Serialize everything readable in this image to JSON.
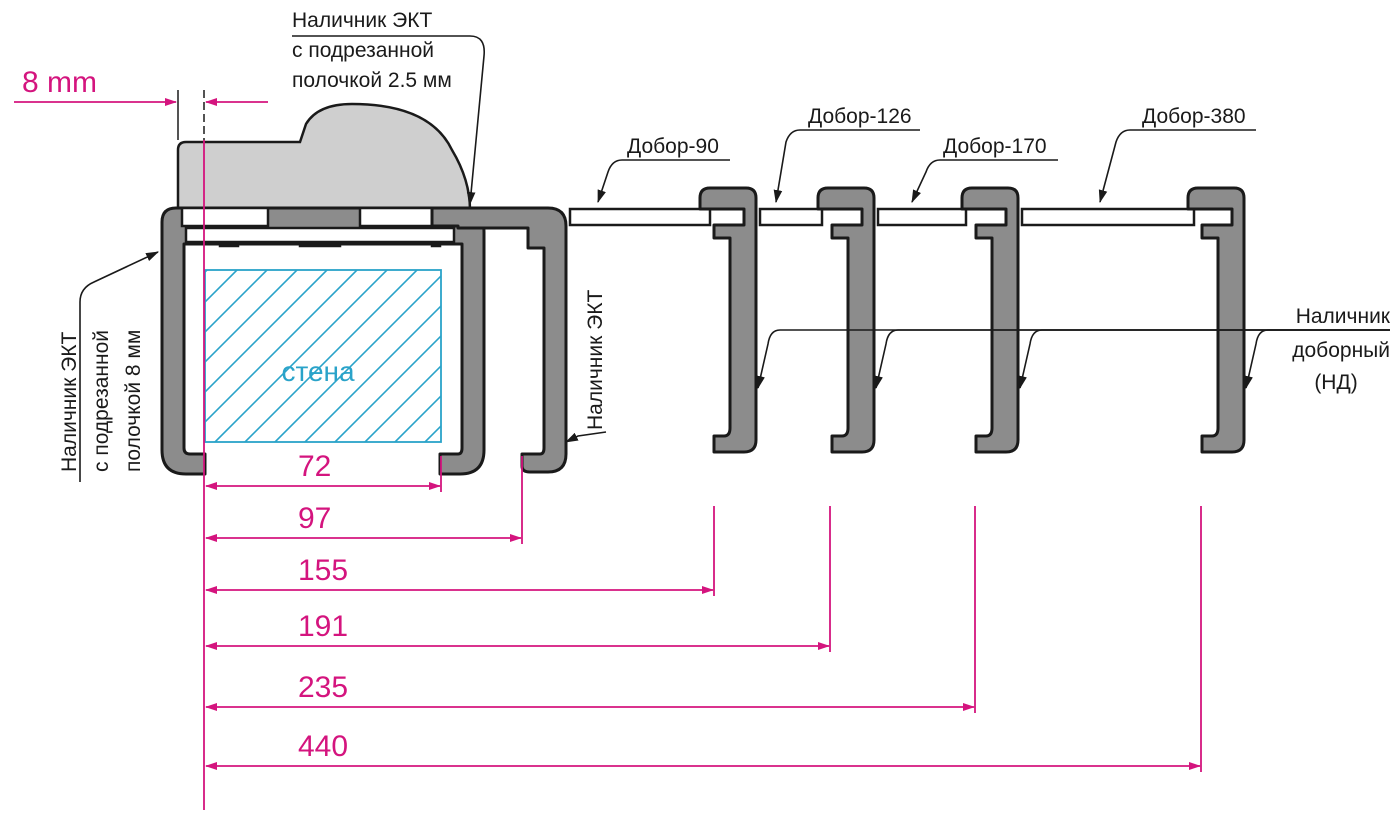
{
  "labels": {
    "ekt_top_line1": "Наличник ЭКТ",
    "ekt_top_line2": "с подрезанной",
    "ekt_top_line3": "полочкой 2.5 мм",
    "ekt_left_line1": "Наличник ЭКТ",
    "ekt_left_line2": "с подрезанной",
    "ekt_left_line3": "полочкой 8 мм",
    "ekt_right": "Наличник ЭКТ",
    "wall": "стена",
    "nd_line1": "Наличник",
    "nd_line2": "доборный",
    "nd_line3": "(НД)",
    "gap": "8 mm"
  },
  "dobors": [
    {
      "label": "Добор-90"
    },
    {
      "label": "Добор-126"
    },
    {
      "label": "Добор-170"
    },
    {
      "label": "Добор-380"
    }
  ],
  "dimensions": [
    {
      "value": "72"
    },
    {
      "value": "97"
    },
    {
      "value": "155"
    },
    {
      "value": "191"
    },
    {
      "value": "235"
    },
    {
      "value": "440"
    }
  ],
  "colors": {
    "dimension": "#d4147e",
    "wall_text": "#2aa3c9",
    "profile_fill": "#8c8c8c",
    "frame_fill": "#cfcfcf",
    "hatch": "#2aa3c9"
  }
}
